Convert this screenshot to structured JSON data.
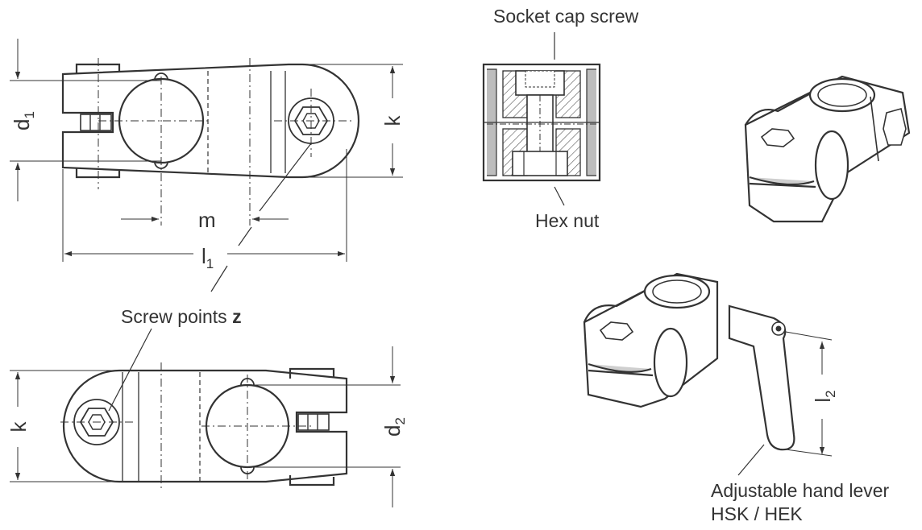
{
  "labels": {
    "socket_cap_screw": "Socket cap screw",
    "hex_nut": "Hex nut",
    "screw_points_text": "Screw points ",
    "screw_points_var": "z",
    "hand_lever_line1": "Adjustable hand lever",
    "hand_lever_line2": "HSK / HEK"
  },
  "dimensions": {
    "d": "d",
    "d1_sub": "1",
    "d2_sub": "2",
    "k": "k",
    "m": "m",
    "l": "l",
    "l1_sub": "1",
    "l2_sub": "2"
  },
  "colors": {
    "line": "#333333",
    "hatch": "#555555",
    "shade": "#cfcfcf",
    "background": "#ffffff"
  }
}
